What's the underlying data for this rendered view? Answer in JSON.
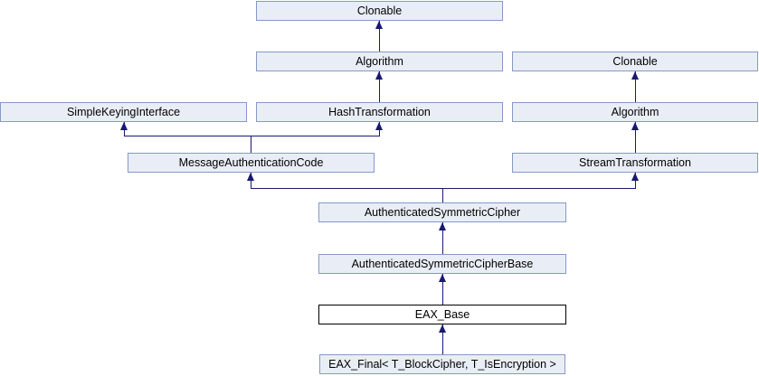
{
  "diagram": {
    "kind": "class-inheritance-diagram",
    "colors": {
      "node_fill": "#E9EEF6",
      "node_border": "#8698C8",
      "current_fill": "#FFFFFF",
      "current_border": "#000000",
      "edge": "#191970",
      "text": "#000000",
      "background": "#FFFFFF"
    }
  },
  "nodes": [
    {
      "id": "clonable_top",
      "label": "Clonable",
      "current": false
    },
    {
      "id": "algorithm_left",
      "label": "Algorithm",
      "current": false
    },
    {
      "id": "clonable_right",
      "label": "Clonable",
      "current": false
    },
    {
      "id": "simple_keying_interface",
      "label": "SimpleKeyingInterface",
      "current": false
    },
    {
      "id": "hash_transformation",
      "label": "HashTransformation",
      "current": false
    },
    {
      "id": "algorithm_right",
      "label": "Algorithm",
      "current": false
    },
    {
      "id": "message_authentication_code",
      "label": "MessageAuthenticationCode",
      "current": false
    },
    {
      "id": "stream_transformation",
      "label": "StreamTransformation",
      "current": false
    },
    {
      "id": "authenticated_symmetric_cipher",
      "label": "AuthenticatedSymmetricCipher",
      "current": false
    },
    {
      "id": "authenticated_symmetric_cipher_base",
      "label": "AuthenticatedSymmetricCipherBase",
      "current": false
    },
    {
      "id": "eax_base",
      "label": "EAX_Base",
      "current": true
    },
    {
      "id": "eax_final",
      "label": "EAX_Final< T_BlockCipher, T_IsEncryption >",
      "current": false
    }
  ],
  "edges": [
    {
      "from": "algorithm_left",
      "to": "clonable_top"
    },
    {
      "from": "hash_transformation",
      "to": "algorithm_left"
    },
    {
      "from": "algorithm_right",
      "to": "clonable_right"
    },
    {
      "from": "stream_transformation",
      "to": "algorithm_right"
    },
    {
      "from": "message_authentication_code",
      "to": "simple_keying_interface"
    },
    {
      "from": "message_authentication_code",
      "to": "hash_transformation"
    },
    {
      "from": "authenticated_symmetric_cipher",
      "to": "message_authentication_code"
    },
    {
      "from": "authenticated_symmetric_cipher",
      "to": "stream_transformation"
    },
    {
      "from": "authenticated_symmetric_cipher_base",
      "to": "authenticated_symmetric_cipher"
    },
    {
      "from": "eax_base",
      "to": "authenticated_symmetric_cipher_base"
    },
    {
      "from": "eax_final",
      "to": "eax_base"
    }
  ]
}
